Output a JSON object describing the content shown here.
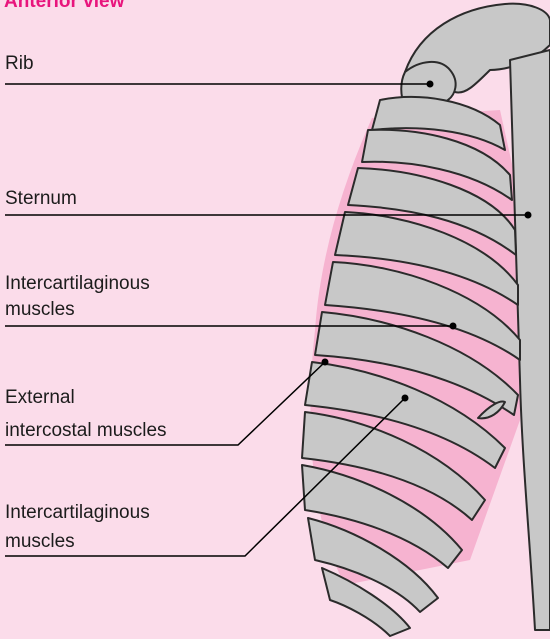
{
  "title": "Anterior view",
  "labels": {
    "rib": "Rib",
    "sternum": "Sternum",
    "intercartilaginous_1_line1": "Intercartilaginous",
    "intercartilaginous_1_line2": "muscles",
    "external_line1": "External",
    "external_line2": "intercostal muscles",
    "intercartilaginous_2_line1": "Intercartilaginous",
    "intercartilaginous_2_line2": "muscles"
  },
  "colors": {
    "background": "#fbdcea",
    "title": "#e8157d",
    "bone": "#c8c8c8",
    "bone_outline": "#2b2b2b",
    "muscle": "#f6b3d0",
    "leader_line": "#000000"
  }
}
